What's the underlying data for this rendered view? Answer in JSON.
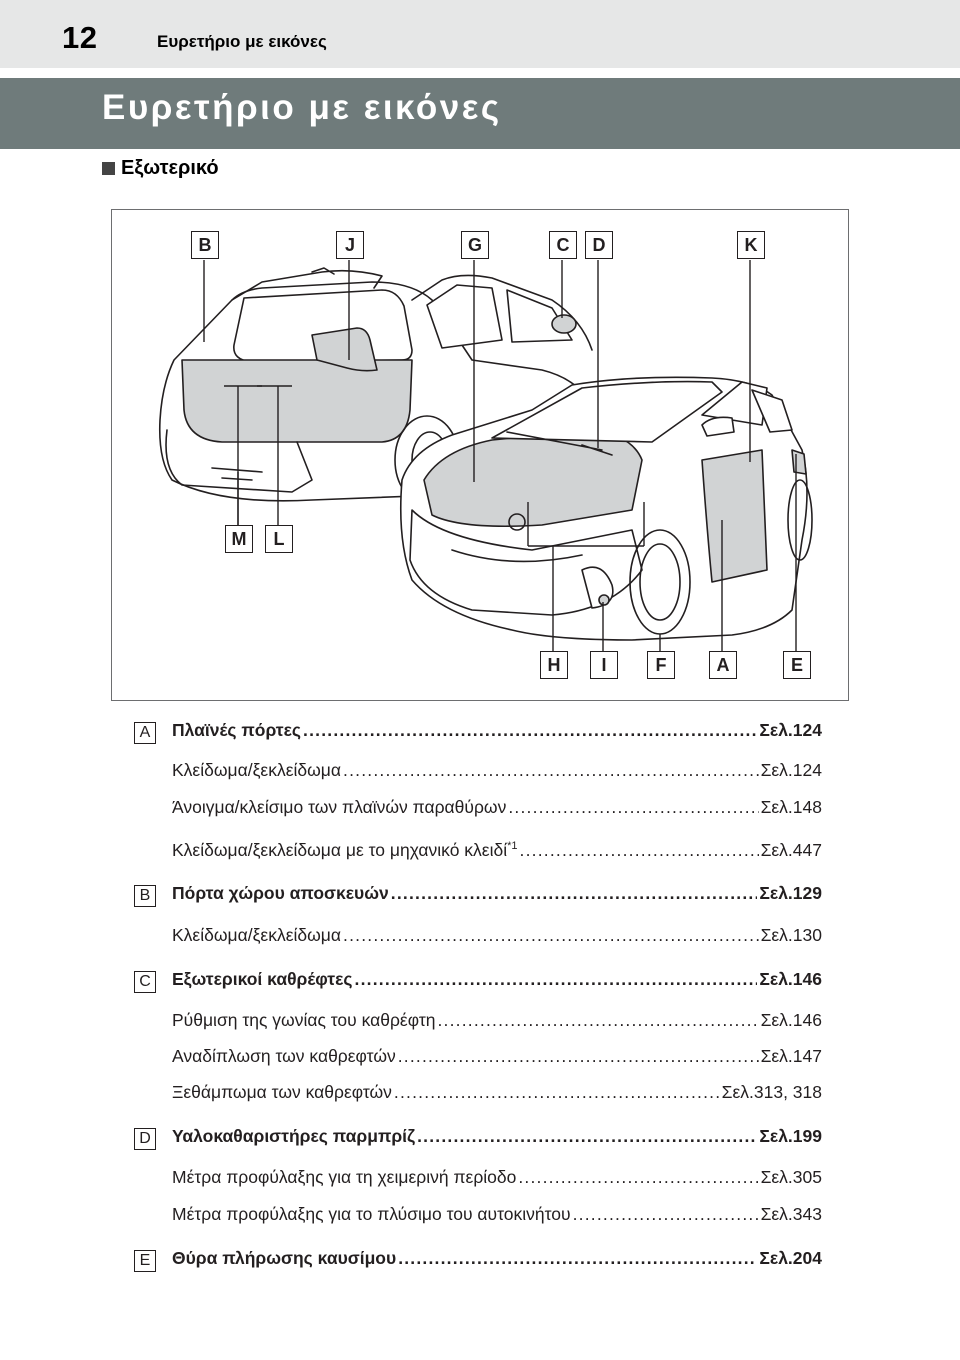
{
  "header": {
    "page_number": "12",
    "running_title": "Ευρετήριο με εικόνες"
  },
  "title": "Ευρετήριο με εικόνες",
  "section_heading": "Εξωτερικό",
  "figure_callouts": [
    "B",
    "J",
    "G",
    "C",
    "D",
    "K",
    "M",
    "L",
    "H",
    "I",
    "F",
    "A",
    "E"
  ],
  "entries": [
    {
      "letter": "A",
      "items": [
        {
          "text": "Πλαϊνές πόρτες",
          "page": "Σελ.124",
          "main": true
        },
        {
          "text": "Κλείδωμα/ξεκλείδωμα",
          "page": "Σελ.124",
          "main": false
        },
        {
          "text": "Άνοιγμα/κλείσιμο των πλαϊνών παραθύρων",
          "page": "Σελ.148",
          "main": false
        },
        {
          "text": "Κλείδωμα/ξεκλείδωμα με το μηχανικό κλειδί",
          "sup": "*1",
          "page": "Σελ.447",
          "main": false
        }
      ]
    },
    {
      "letter": "B",
      "items": [
        {
          "text": "Πόρτα χώρου αποσκευών",
          "page": "Σελ.129",
          "main": true
        },
        {
          "text": "Κλείδωμα/ξεκλείδωμα",
          "page": "Σελ.130",
          "main": false
        }
      ]
    },
    {
      "letter": "C",
      "items": [
        {
          "text": "Εξωτερικοί καθρέφτες",
          "page": "Σελ.146",
          "main": true
        },
        {
          "text": "Ρύθμιση της γωνίας του καθρέφτη",
          "page": "Σελ.146",
          "main": false
        },
        {
          "text": "Αναδίπλωση των καθρεφτών",
          "page": "Σελ.147",
          "main": false
        },
        {
          "text": "Ξεθάμπωμα των καθρεφτών",
          "page": "Σελ.313, 318",
          "main": false
        }
      ]
    },
    {
      "letter": "D",
      "items": [
        {
          "text": "Υαλοκαθαριστήρες παρμπρίζ",
          "page": "Σελ.199",
          "main": true
        },
        {
          "text": "Μέτρα προφύλαξης για τη χειμερινή περίοδο",
          "page": "Σελ.305",
          "main": false
        },
        {
          "text": "Μέτρα προφύλαξης για το πλύσιμο του αυτοκινήτου",
          "page": "Σελ.343",
          "main": false
        }
      ]
    },
    {
      "letter": "E",
      "items": [
        {
          "text": "Θύρα πλήρωσης καυσίμου",
          "page": "Σελ.204",
          "main": true
        }
      ]
    }
  ]
}
